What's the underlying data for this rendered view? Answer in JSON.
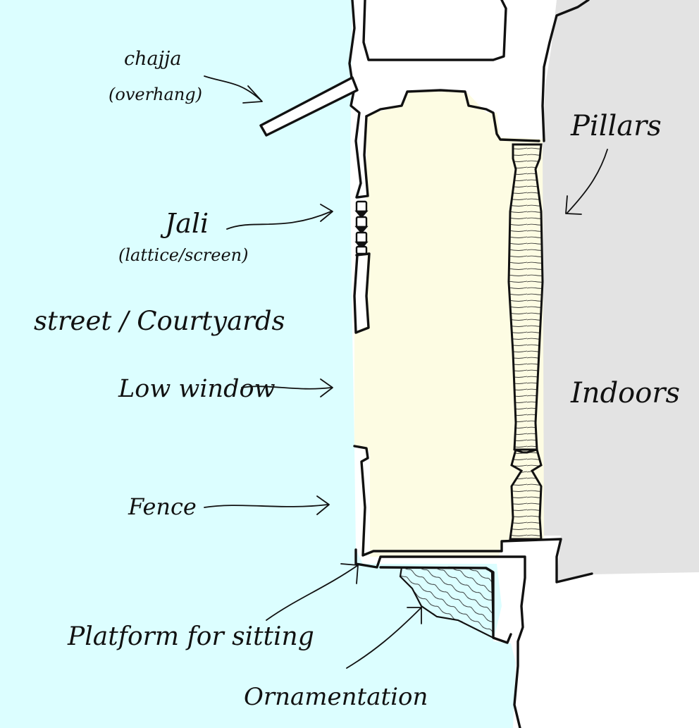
{
  "colors": {
    "street_fill": "#dcfeff",
    "window_fill": "#fdfce3",
    "indoor_fill": "#e3e3e3",
    "wall_fill": "#ffffff",
    "ink": "#111111"
  },
  "labels": {
    "chajja": "chajja",
    "overhang": "(overhang)",
    "pillars": "Pillars",
    "jali": "Jali",
    "lattice_screen": "(lattice/screen)",
    "street_courtyards": "street / Courtyards",
    "low_window": "Low window",
    "indoors": "Indoors",
    "fence": "Fence",
    "platform": "Platform for sitting",
    "ornamentation": "Ornamentation"
  }
}
